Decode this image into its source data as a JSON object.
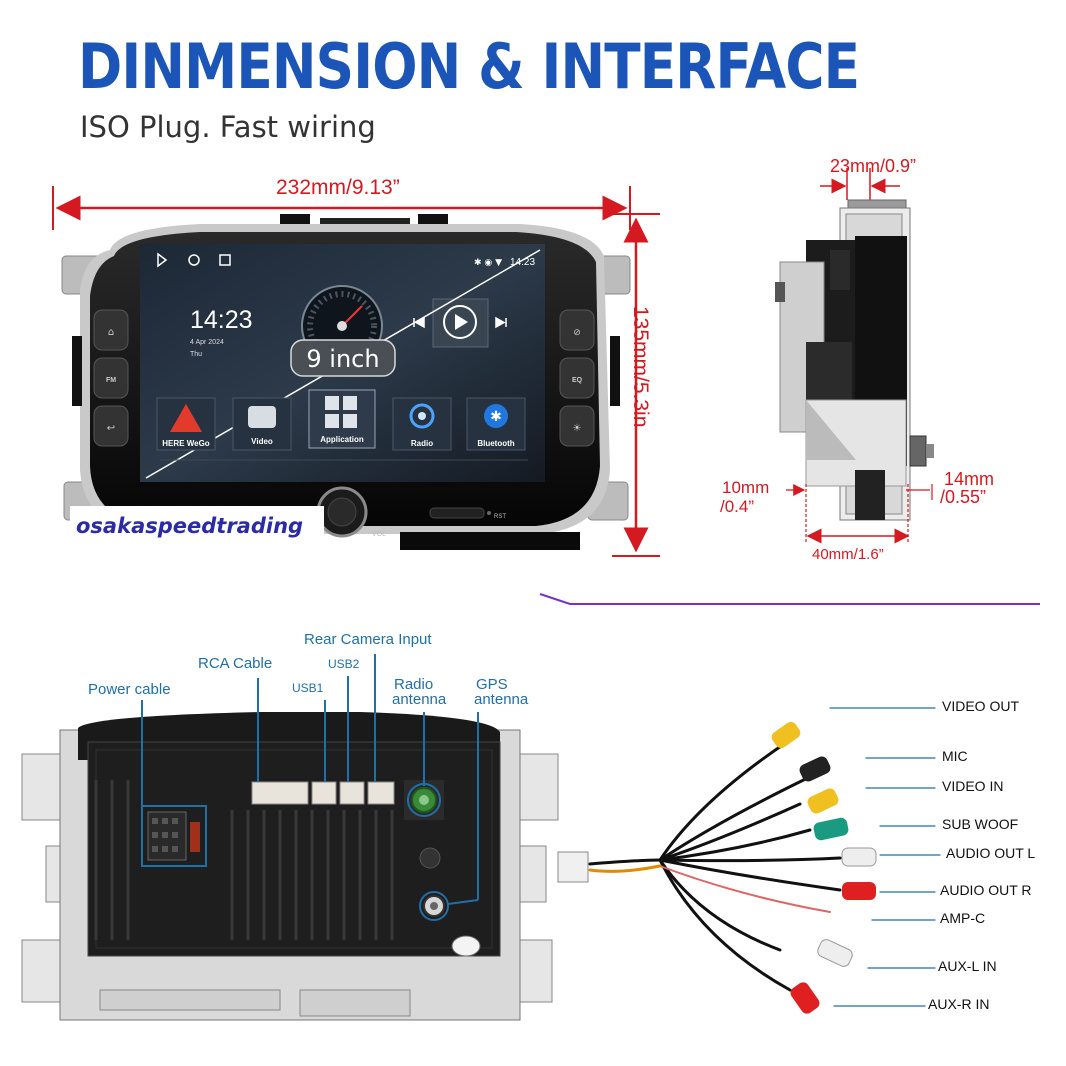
{
  "header": {
    "title": "DINMENSION & INTERFACE",
    "subtitle": "ISO Plug. Fast wiring"
  },
  "front_view": {
    "width_label": "232mm/9.13”",
    "height_label": "135mm/5.3in",
    "size_badge": "9 inch",
    "clock_time": "14:23",
    "clock_date": "4 Apr 2024",
    "clock_day": "Thu",
    "status_time": "14:23",
    "apps": [
      "HERE WeGo",
      "Video",
      "Application",
      "Radio",
      "Bluetooth"
    ],
    "left_buttons": [
      "home",
      "FM",
      "back"
    ],
    "right_buttons": [
      "navigation",
      "EQ",
      "brightness"
    ],
    "knob_label": "VOL",
    "reset_label": "RST",
    "watermark": "osakaspeedtrading"
  },
  "side_view": {
    "depth_label": "23mm/0.9”",
    "left_offset_label_1": "10mm",
    "left_offset_label_2": "/0.4”",
    "right_offset_label_1": "14mm",
    "right_offset_label_2": "/0.55”",
    "bottom_label": "40mm/1.6”"
  },
  "rear_view": {
    "ports": {
      "power_cable": "Power cable",
      "rca_cable": "RCA Cable",
      "usb1": "USB1",
      "usb2": "USB2",
      "rear_camera": "Rear Camera Input",
      "radio_antenna_1": "Radio",
      "radio_antenna_2": "antenna",
      "gps_antenna_1": "GPS",
      "gps_antenna_2": "antenna"
    }
  },
  "rca_harness": {
    "labels": [
      "VIDEO OUT",
      "MIC",
      "VIDEO IN",
      "SUB WOOF",
      "AUDIO OUT L",
      "AUDIO OUT R",
      "AMP-C",
      "AUX-L IN",
      "AUX-R IN"
    ]
  },
  "colors": {
    "title_blue": "#1b55b8",
    "dimension_red": "#d51920",
    "callout_blue": "#1f6fa8"
  }
}
